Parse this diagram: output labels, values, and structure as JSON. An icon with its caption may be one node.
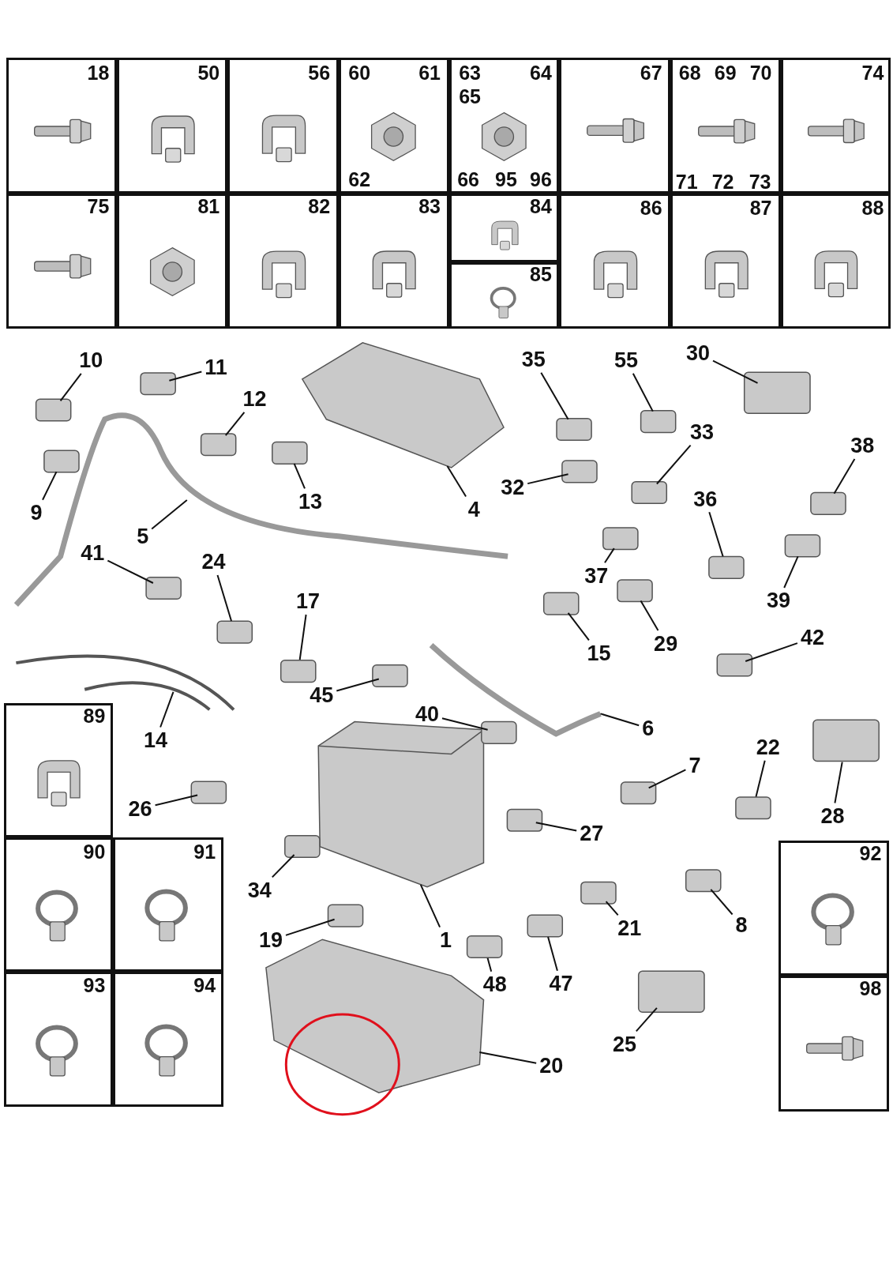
{
  "diagram": {
    "nodes": [
      {
        "text": [
          "18"
        ]
      },
      {
        "text": [
          "50"
        ]
      },
      {
        "text": [
          "56"
        ]
      },
      {
        "text": [
          "60",
          "61",
          "62"
        ]
      },
      {
        "text": [
          "63",
          "64",
          "65",
          "66",
          "95",
          "96"
        ]
      },
      {
        "text": [
          "67"
        ]
      },
      {
        "text": [
          "68",
          "69",
          "70",
          "71",
          "72",
          "73"
        ]
      },
      {
        "text": [
          "74"
        ]
      },
      {
        "text": [
          "75"
        ]
      },
      {
        "text": [
          "81"
        ]
      },
      {
        "text": [
          "82"
        ]
      },
      {
        "text": [
          "83"
        ]
      },
      {
        "text": [
          "84"
        ]
      },
      {
        "text": [
          "85"
        ]
      },
      {
        "text": [
          "86"
        ]
      },
      {
        "text": [
          "87"
        ]
      },
      {
        "text": [
          "88"
        ]
      },
      {
        "text": [
          "10"
        ]
      },
      {
        "text": [
          "11"
        ]
      },
      {
        "text": [
          "12"
        ]
      },
      {
        "text": [
          "30"
        ]
      },
      {
        "text": [
          "35"
        ]
      },
      {
        "text": [
          "55"
        ]
      },
      {
        "text": [
          "33"
        ]
      },
      {
        "text": [
          "38"
        ]
      },
      {
        "text": [
          "13"
        ]
      },
      {
        "text": [
          "9"
        ]
      },
      {
        "text": [
          "32"
        ]
      },
      {
        "text": [
          "4"
        ]
      },
      {
        "text": [
          "36"
        ]
      },
      {
        "text": [
          "5"
        ]
      },
      {
        "text": [
          "41"
        ]
      },
      {
        "text": [
          "24"
        ]
      },
      {
        "text": [
          "37"
        ]
      },
      {
        "text": [
          "39"
        ]
      },
      {
        "text": [
          "17"
        ]
      },
      {
        "text": [
          "15"
        ]
      },
      {
        "text": [
          "29"
        ]
      },
      {
        "text": [
          "42"
        ]
      },
      {
        "text": [
          "45"
        ]
      },
      {
        "text": [
          "14"
        ]
      },
      {
        "text": [
          "40"
        ]
      },
      {
        "text": [
          "6"
        ]
      },
      {
        "text": [
          "22"
        ]
      },
      {
        "text": [
          "7"
        ]
      },
      {
        "text": [
          "28"
        ]
      },
      {
        "text": [
          "26"
        ]
      },
      {
        "text": [
          "27"
        ]
      },
      {
        "text": [
          "34"
        ]
      },
      {
        "text": [
          "21"
        ]
      },
      {
        "text": [
          "8"
        ]
      },
      {
        "text": [
          "19"
        ]
      },
      {
        "text": [
          "1"
        ]
      },
      {
        "text": [
          "48"
        ]
      },
      {
        "text": [
          "47"
        ]
      },
      {
        "text": [
          "25"
        ]
      },
      {
        "text": [
          "20"
        ]
      },
      {
        "text": [
          "89"
        ]
      },
      {
        "text": [
          "90"
        ]
      },
      {
        "text": [
          "91"
        ]
      },
      {
        "text": [
          "93"
        ]
      },
      {
        "text": [
          "94"
        ]
      },
      {
        "text": [
          "92"
        ]
      },
      {
        "text": [
          "98"
        ]
      }
    ],
    "edges": [
      {
        "from": 17,
        "to": null,
        "arrow": "none"
      },
      {
        "from": 18,
        "to": null,
        "arrow": "none"
      },
      {
        "from": 19,
        "to": null,
        "arrow": "none"
      },
      {
        "from": 20,
        "to": null,
        "arrow": "none"
      },
      {
        "from": 21,
        "to": null,
        "arrow": "none"
      },
      {
        "from": 22,
        "to": null,
        "arrow": "none"
      },
      {
        "from": 23,
        "to": null,
        "arrow": "none"
      },
      {
        "from": 24,
        "to": null,
        "arrow": "none"
      },
      {
        "from": 25,
        "to": null,
        "arrow": "none"
      },
      {
        "from": 26,
        "to": null,
        "arrow": "none"
      },
      {
        "from": 27,
        "to": null,
        "arrow": "none"
      },
      {
        "from": 28,
        "to": null,
        "arrow": "none"
      },
      {
        "from": 29,
        "to": null,
        "arrow": "none"
      },
      {
        "from": 30,
        "to": null,
        "arrow": "none"
      },
      {
        "from": 31,
        "to": null,
        "arrow": "none"
      },
      {
        "from": 32,
        "to": null,
        "arrow": "none"
      },
      {
        "from": 33,
        "to": null,
        "arrow": "none"
      },
      {
        "from": 34,
        "to": null,
        "arrow": "none"
      },
      {
        "from": 35,
        "to": null,
        "arrow": "none"
      },
      {
        "from": 36,
        "to": null,
        "arrow": "none"
      },
      {
        "from": 37,
        "to": null,
        "arrow": "none"
      },
      {
        "from": 38,
        "to": null,
        "arrow": "none"
      },
      {
        "from": 39,
        "to": null,
        "arrow": "none"
      },
      {
        "from": 40,
        "to": null,
        "arrow": "none"
      },
      {
        "from": 41,
        "to": null,
        "arrow": "none"
      },
      {
        "from": 42,
        "to": null,
        "arrow": "none"
      },
      {
        "from": 43,
        "to": null,
        "arrow": "none"
      },
      {
        "from": 44,
        "to": null,
        "arrow": "none"
      },
      {
        "from": 45,
        "to": null,
        "arrow": "none"
      },
      {
        "from": 46,
        "to": null,
        "arrow": "none"
      },
      {
        "from": 47,
        "to": null,
        "arrow": "none"
      },
      {
        "from": 48,
        "to": null,
        "arrow": "none"
      },
      {
        "from": 49,
        "to": null,
        "arrow": "none"
      },
      {
        "from": 50,
        "to": null,
        "arrow": "none"
      },
      {
        "from": 51,
        "to": null,
        "arrow": "none"
      },
      {
        "from": 52,
        "to": null,
        "arrow": "none"
      },
      {
        "from": 53,
        "to": null,
        "arrow": "none"
      },
      {
        "from": 54,
        "to": null,
        "arrow": "none"
      },
      {
        "from": 55,
        "to": null,
        "arrow": "none"
      },
      {
        "from": 56,
        "to": null,
        "arrow": "none"
      }
    ]
  }
}
